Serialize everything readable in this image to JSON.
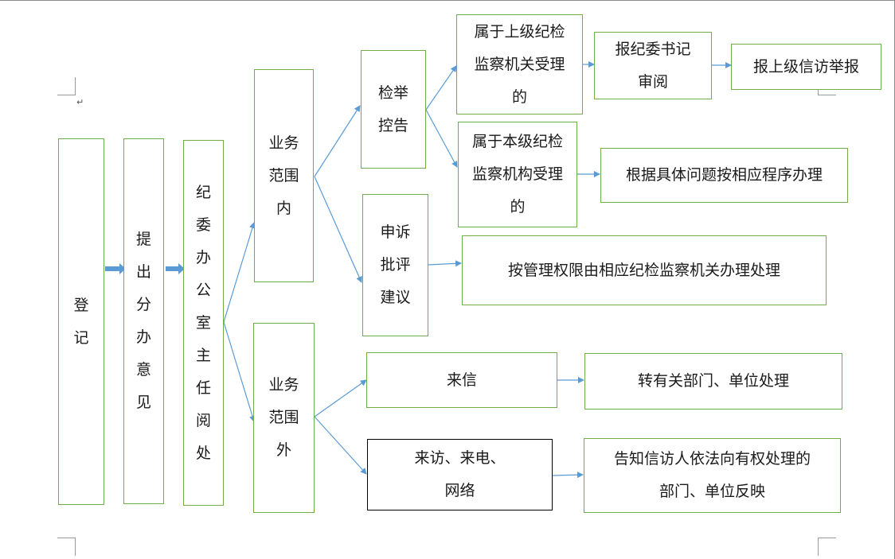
{
  "nodes": {
    "register": "登\n记",
    "opinion": "提\n出\n分\n办\n意\n见",
    "director": "纪\n委\n办\n公\n室\n主\n任\n阅\n处",
    "in_scope": "业务\n范围\n内",
    "out_scope": "业务\n范围\n外",
    "report": "检举\n控告",
    "appeal": "申诉\n批评\n建议",
    "upper_level": "属于上级纪检\n监察机关受理\n的",
    "same_level": "属于本级纪检\n监察机构受理\n的",
    "secretary_review": "报纪委书记\n审阅",
    "report_upper": "报上级信访举报",
    "handle_procedure": "根据具体问题按相应程序办理",
    "handle_authority": "按管理权限由相应纪检监察机关办理处理",
    "letter": "来信",
    "visit_call_net": "来访、来电、\n网络",
    "transfer_dept": "转有关部门、单位处理",
    "inform_visitor": "告知信访人依法向有权处理的\n部门、单位反映"
  },
  "colors": {
    "box_border": "#70ad47",
    "highlight_border": "#000000",
    "connector": "#5b9bd5",
    "block_arrow": "#5b9bd5"
  }
}
